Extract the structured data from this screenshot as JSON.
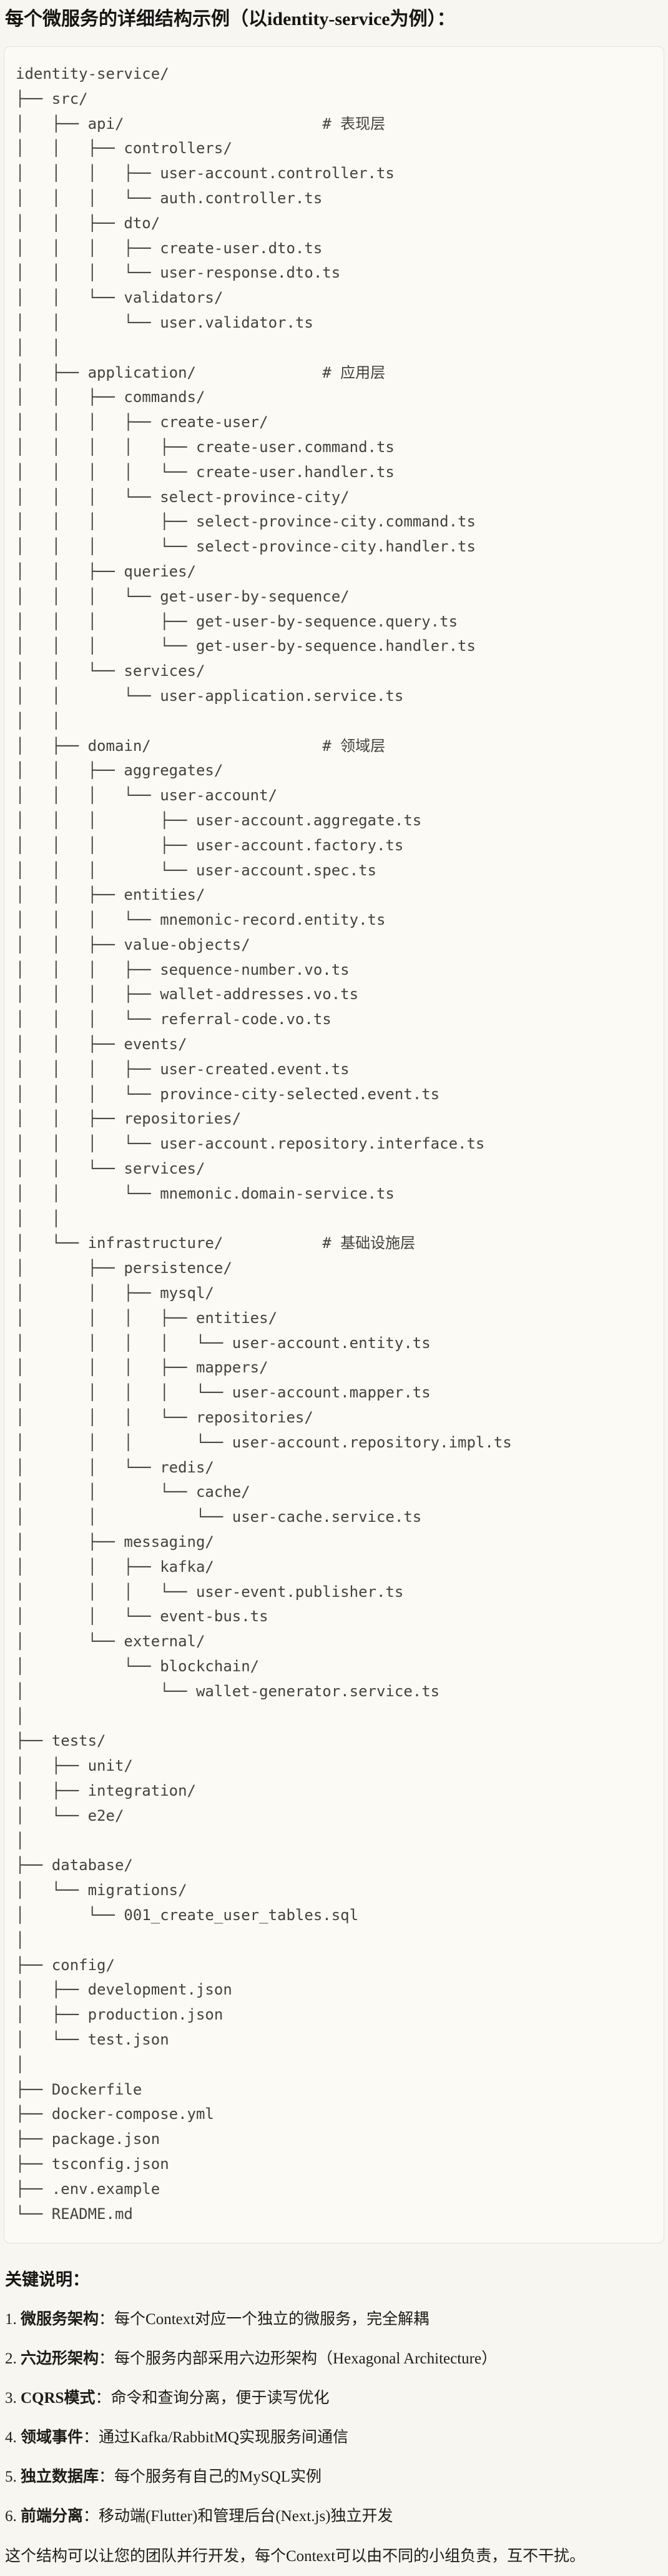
{
  "header": {
    "title": "每个微服务的详细结构示例（以identity-service为例）："
  },
  "code_block": {
    "language": "text",
    "tree": "identity-service/\n├── src/\n│   ├── api/                      # 表现层\n│   │   ├── controllers/\n│   │   │   ├── user-account.controller.ts\n│   │   │   └── auth.controller.ts\n│   │   ├── dto/\n│   │   │   ├── create-user.dto.ts\n│   │   │   └── user-response.dto.ts\n│   │   └── validators/\n│   │       └── user.validator.ts\n│   │\n│   ├── application/              # 应用层\n│   │   ├── commands/\n│   │   │   ├── create-user/\n│   │   │   │   ├── create-user.command.ts\n│   │   │   │   └── create-user.handler.ts\n│   │   │   └── select-province-city/\n│   │   │       ├── select-province-city.command.ts\n│   │   │       └── select-province-city.handler.ts\n│   │   ├── queries/\n│   │   │   └── get-user-by-sequence/\n│   │   │       ├── get-user-by-sequence.query.ts\n│   │   │       └── get-user-by-sequence.handler.ts\n│   │   └── services/\n│   │       └── user-application.service.ts\n│   │\n│   ├── domain/                   # 领域层\n│   │   ├── aggregates/\n│   │   │   └── user-account/\n│   │   │       ├── user-account.aggregate.ts\n│   │   │       ├── user-account.factory.ts\n│   │   │       └── user-account.spec.ts\n│   │   ├── entities/\n│   │   │   └── mnemonic-record.entity.ts\n│   │   ├── value-objects/\n│   │   │   ├── sequence-number.vo.ts\n│   │   │   ├── wallet-addresses.vo.ts\n│   │   │   └── referral-code.vo.ts\n│   │   ├── events/\n│   │   │   ├── user-created.event.ts\n│   │   │   └── province-city-selected.event.ts\n│   │   ├── repositories/\n│   │   │   └── user-account.repository.interface.ts\n│   │   └── services/\n│   │       └── mnemonic.domain-service.ts\n│   │\n│   └── infrastructure/           # 基础设施层\n│       ├── persistence/\n│       │   ├── mysql/\n│       │   │   ├── entities/\n│       │   │   │   └── user-account.entity.ts\n│       │   │   ├── mappers/\n│       │   │   │   └── user-account.mapper.ts\n│       │   │   └── repositories/\n│       │   │       └── user-account.repository.impl.ts\n│       │   └── redis/\n│       │       └── cache/\n│       │           └── user-cache.service.ts\n│       ├── messaging/\n│       │   ├── kafka/\n│       │   │   └── user-event.publisher.ts\n│       │   └── event-bus.ts\n│       └── external/\n│           └── blockchain/\n│               └── wallet-generator.service.ts\n│\n├── tests/\n│   ├── unit/\n│   ├── integration/\n│   └── e2e/\n│\n├── database/\n│   └── migrations/\n│       └── 001_create_user_tables.sql\n│\n├── config/\n│   ├── development.json\n│   ├── production.json\n│   └── test.json\n│\n├── Dockerfile\n├── docker-compose.yml\n├── package.json\n├── tsconfig.json\n├── .env.example\n└── README.md"
  },
  "notes": {
    "heading": "关键说明：",
    "items": [
      {
        "num": "1. ",
        "label": "微服务架构",
        "text": "：每个Context对应一个独立的微服务，完全解耦"
      },
      {
        "num": "2. ",
        "label": "六边形架构",
        "text": "：每个服务内部采用六边形架构（Hexagonal Architecture）"
      },
      {
        "num": "3. ",
        "label": "CQRS模式",
        "text": "：命令和查询分离，便于读写优化"
      },
      {
        "num": "4. ",
        "label": "领域事件",
        "text": "：通过Kafka/RabbitMQ实现服务间通信"
      },
      {
        "num": "5. ",
        "label": "独立数据库",
        "text": "：每个服务有自己的MySQL实例"
      },
      {
        "num": "6. ",
        "label": "前端分离",
        "text": "：移动端(Flutter)和管理后台(Next.js)独立开发"
      }
    ],
    "summary": "这个结构可以让您的团队并行开发，每个Context可以由不同的小组负责，互不干扰。"
  },
  "colors": {
    "page_background": "#F7F6F0",
    "code_background": "#FBFAF5",
    "code_border": "#E4E2D8",
    "code_text": "#43423D",
    "body_text": "#161513"
  }
}
